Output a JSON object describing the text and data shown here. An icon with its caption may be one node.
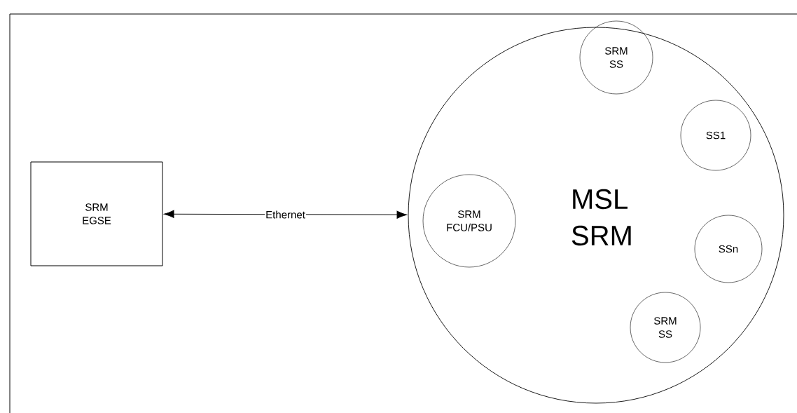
{
  "diagram": {
    "nodes": [
      {
        "text": [
          "SRM EGSE"
        ]
      },
      {
        "text": [
          "MSL SRM"
        ]
      },
      {
        "text": [
          "SRM FCU/PSU"
        ],
        "in": 1
      },
      {
        "text": [
          "SRM SS"
        ],
        "in": 1
      },
      {
        "text": [
          "SS1"
        ],
        "in": 1
      },
      {
        "text": [
          "SSn"
        ],
        "in": 1
      },
      {
        "text": [
          "SRM SS"
        ],
        "in": 1
      }
    ],
    "edges": [
      {
        "from": 0,
        "to": 1,
        "arrow": "both",
        "label": "Ethernet"
      }
    ]
  }
}
